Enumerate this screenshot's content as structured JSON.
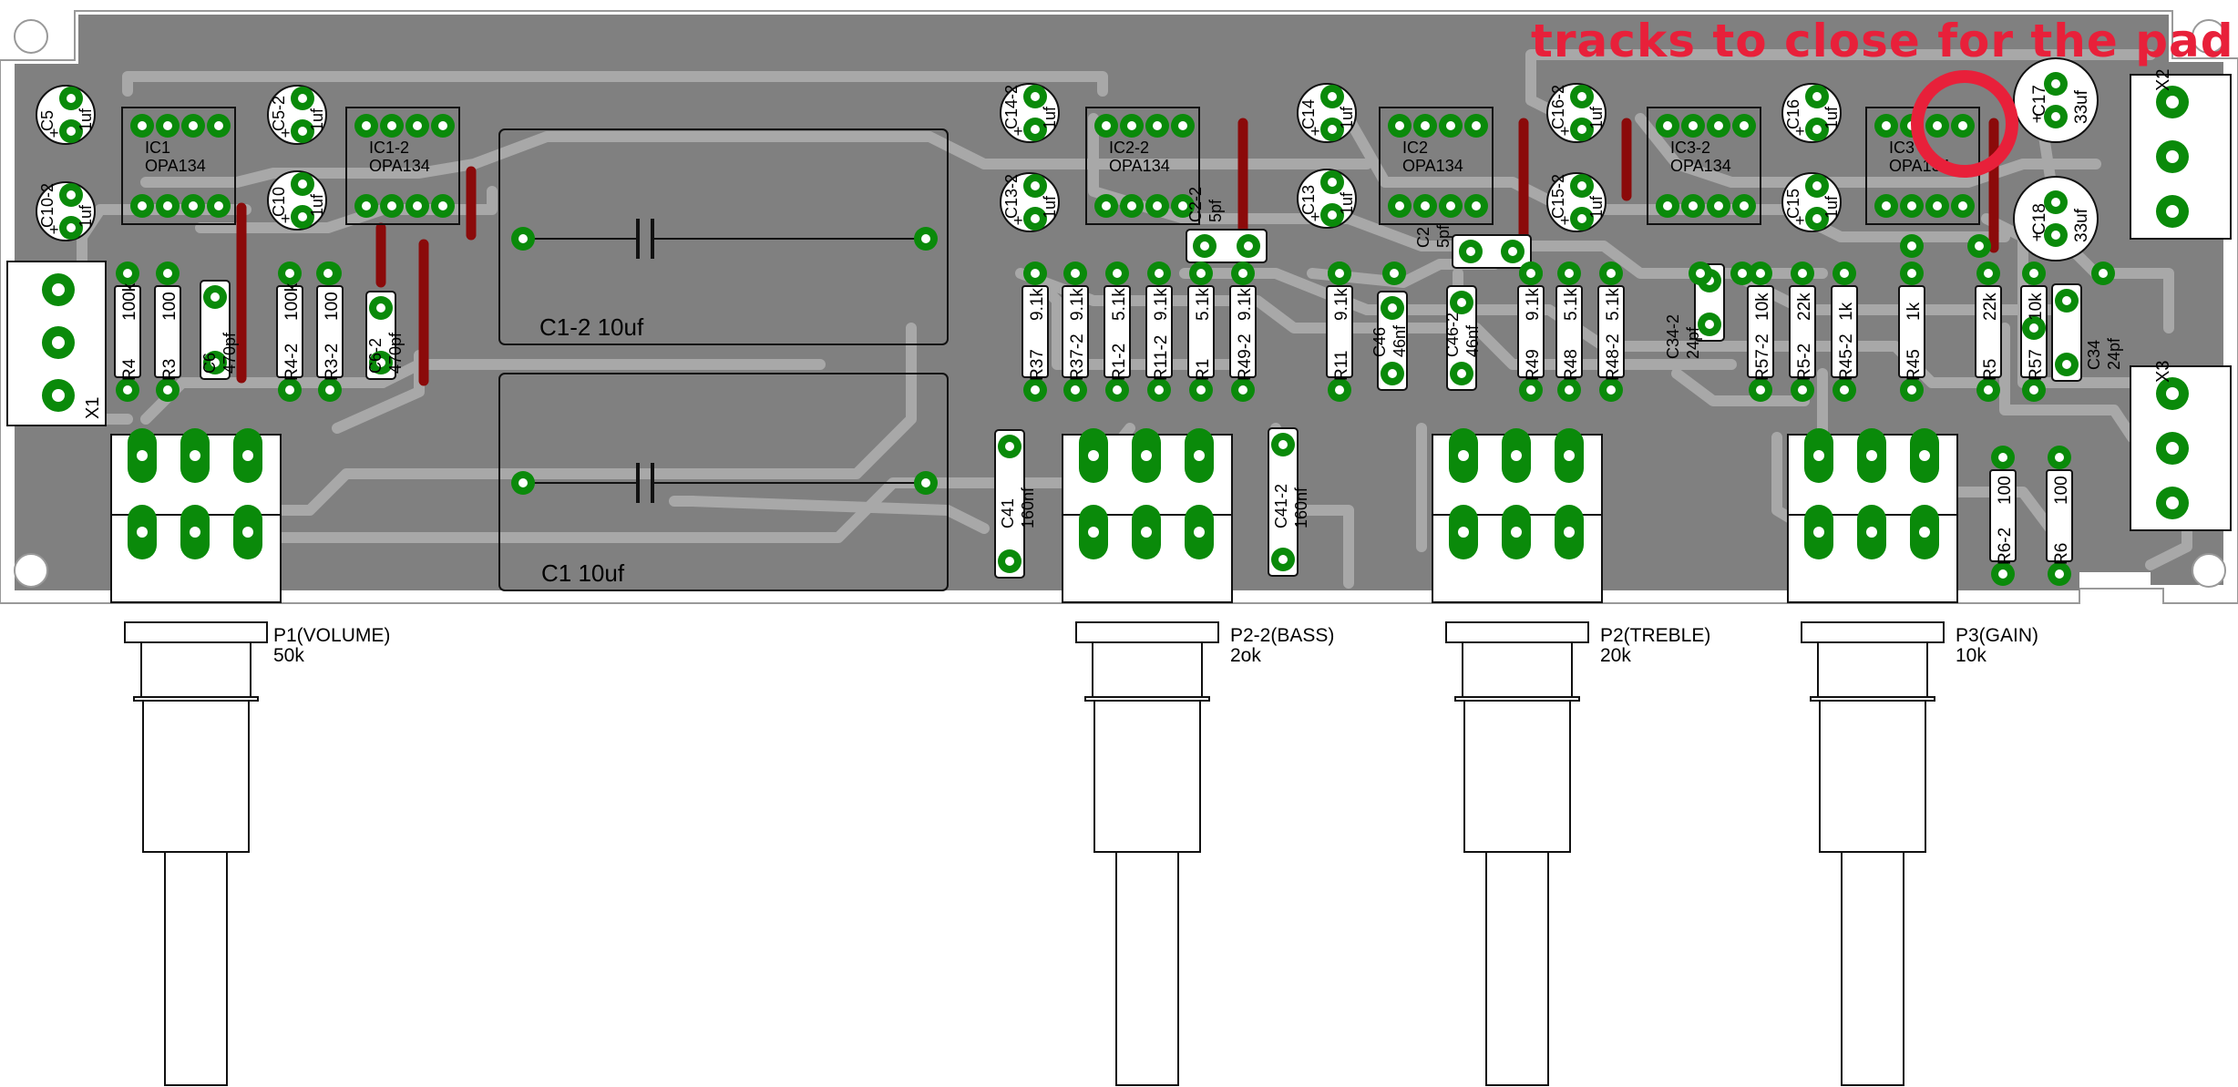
{
  "annotation": {
    "text": "tracks to close for the pad",
    "color": "#e8203a"
  },
  "colors": {
    "board": "#808080",
    "track": "#9a9a9a",
    "pad": "#0a8a0a",
    "jumper": "#8b0a0a",
    "silk": "#000000"
  },
  "ics": [
    {
      "ref": "IC1",
      "part": "OPA134"
    },
    {
      "ref": "IC1-2",
      "part": "OPA134"
    },
    {
      "ref": "IC2-2",
      "part": "OPA134"
    },
    {
      "ref": "IC2",
      "part": "OPA134"
    },
    {
      "ref": "IC3-2",
      "part": "OPA134"
    },
    {
      "ref": "IC3",
      "part": "OPA134"
    }
  ],
  "electrolytics": [
    {
      "ref": "C5",
      "value": "1uf"
    },
    {
      "ref": "C5-2",
      "value": "1uf"
    },
    {
      "ref": "C10-2",
      "value": "1uf"
    },
    {
      "ref": "C10",
      "value": "1uf"
    },
    {
      "ref": "C14-2",
      "value": "1uf"
    },
    {
      "ref": "C13-2",
      "value": "1uf"
    },
    {
      "ref": "C14",
      "value": "1uf"
    },
    {
      "ref": "C13",
      "value": "1uf"
    },
    {
      "ref": "C16-2",
      "value": "1uf"
    },
    {
      "ref": "C15-2",
      "value": "1uf"
    },
    {
      "ref": "C16",
      "value": "1uf"
    },
    {
      "ref": "C15",
      "value": "1uf"
    },
    {
      "ref": "C17",
      "value": "33uf"
    },
    {
      "ref": "C18",
      "value": "33uf"
    }
  ],
  "big_caps": [
    {
      "ref": "C1-2",
      "value": "10uf"
    },
    {
      "ref": "C1",
      "value": "10uf"
    }
  ],
  "small_caps": [
    {
      "ref": "C6",
      "value": "470pf"
    },
    {
      "ref": "C6-2",
      "value": "470pf"
    },
    {
      "ref": "C2-2",
      "value": "5pf"
    },
    {
      "ref": "C2",
      "value": "5pf"
    },
    {
      "ref": "C41",
      "value": "160nf"
    },
    {
      "ref": "C41-2",
      "value": "160nf"
    },
    {
      "ref": "C46",
      "value": "46nf"
    },
    {
      "ref": "C46-2",
      "value": "46nf"
    },
    {
      "ref": "C34-2",
      "value": "24pf"
    },
    {
      "ref": "C34",
      "value": "24pf"
    }
  ],
  "resistors": [
    {
      "ref": "R4",
      "value": "100k"
    },
    {
      "ref": "R3",
      "value": "100"
    },
    {
      "ref": "R4-2",
      "value": "100k"
    },
    {
      "ref": "R3-2",
      "value": "100"
    },
    {
      "ref": "R37",
      "value": "9.1k"
    },
    {
      "ref": "R37-2",
      "value": "9.1k"
    },
    {
      "ref": "R1-2",
      "value": "5.1k"
    },
    {
      "ref": "R11-2",
      "value": "9.1k"
    },
    {
      "ref": "R1",
      "value": "5.1k"
    },
    {
      "ref": "R49-2",
      "value": "9.1k"
    },
    {
      "ref": "R11",
      "value": "9.1k"
    },
    {
      "ref": "R49",
      "value": "9.1k"
    },
    {
      "ref": "R48",
      "value": "5.1k"
    },
    {
      "ref": "R48-2",
      "value": "5.1k"
    },
    {
      "ref": "R57-2",
      "value": "10k"
    },
    {
      "ref": "R5-2",
      "value": "22k"
    },
    {
      "ref": "R45-2",
      "value": "1k"
    },
    {
      "ref": "R45",
      "value": "1k"
    },
    {
      "ref": "R5",
      "value": "22k"
    },
    {
      "ref": "R57",
      "value": "10k"
    },
    {
      "ref": "R6-2",
      "value": "100"
    },
    {
      "ref": "R6",
      "value": "100"
    }
  ],
  "connectors": [
    "X1",
    "X2",
    "X3"
  ],
  "pots": [
    {
      "ref": "P1(VOLUME)",
      "value": "50k"
    },
    {
      "ref": "P2-2(BASS)",
      "value": "2ok"
    },
    {
      "ref": "P2(TREBLE)",
      "value": "20k"
    },
    {
      "ref": "P3(GAIN)",
      "value": "10k"
    }
  ]
}
